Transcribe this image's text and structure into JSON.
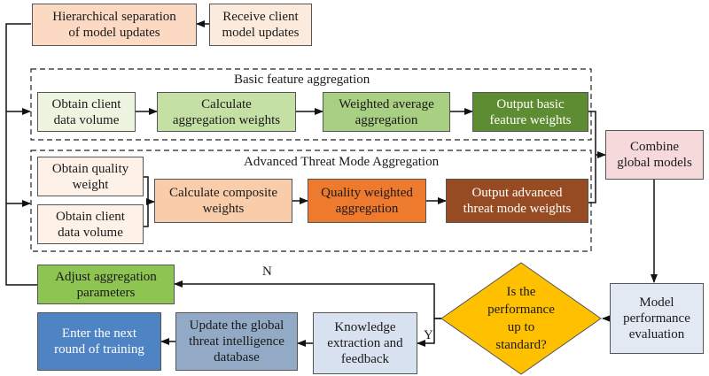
{
  "nodes": {
    "hierarchical": {
      "label": "Hierarchical separation\nof model updates",
      "fill": "#FBD9C3"
    },
    "receive": {
      "label": "Receive client\nmodel updates",
      "fill": "#FCEBDD"
    },
    "obtain_volume_basic": {
      "label": "Obtain client\ndata volume",
      "fill": "#EDF5E1"
    },
    "calc_weights": {
      "label": "Calculate\naggregation weights",
      "fill": "#C5E0A5"
    },
    "weighted_avg": {
      "label": "Weighted average\naggregation",
      "fill": "#A9CF83"
    },
    "output_basic": {
      "label": "Output basic\nfeature weights",
      "fill": "#5E8C33"
    },
    "combine": {
      "label": "Combine\nglobal models",
      "fill": "#F5D9DB"
    },
    "quality_weight": {
      "label": "Obtain quality\nweight",
      "fill": "#FDF1E8"
    },
    "obtain_volume_adv": {
      "label": "Obtain client\ndata volume",
      "fill": "#FDF1E8"
    },
    "composite": {
      "label": "Calculate composite\nweights",
      "fill": "#F9CCAA"
    },
    "quality_agg": {
      "label": "Quality weighted\naggregation",
      "fill": "#EE7A2D"
    },
    "output_adv": {
      "label": "Output advanced\nthreat mode weights",
      "fill": "#974B22"
    },
    "adjust": {
      "label": "Adjust aggregation\nparameters",
      "fill": "#8DC452"
    },
    "decision": {
      "label": "Is the\nperformance\nup to\nstandard?",
      "fill": "#FFC000"
    },
    "model_eval": {
      "label": "Model\nperformance\nevaluation",
      "fill": "#E2E9F3"
    },
    "next_round": {
      "label": "Enter the next\nround of training",
      "fill": "#4F84C4"
    },
    "update_db": {
      "label": "Update the global\nthreat intelligence\ndatabase",
      "fill": "#92AAC6"
    },
    "knowledge": {
      "label": "Knowledge\nextraction and\nfeedback",
      "fill": "#D9E2F0"
    }
  },
  "groups": {
    "basic": {
      "title": "Basic feature aggregation"
    },
    "advanced": {
      "title": "Advanced Threat Mode Aggregation"
    }
  },
  "edge_labels": {
    "no": "N",
    "yes": "Y"
  }
}
